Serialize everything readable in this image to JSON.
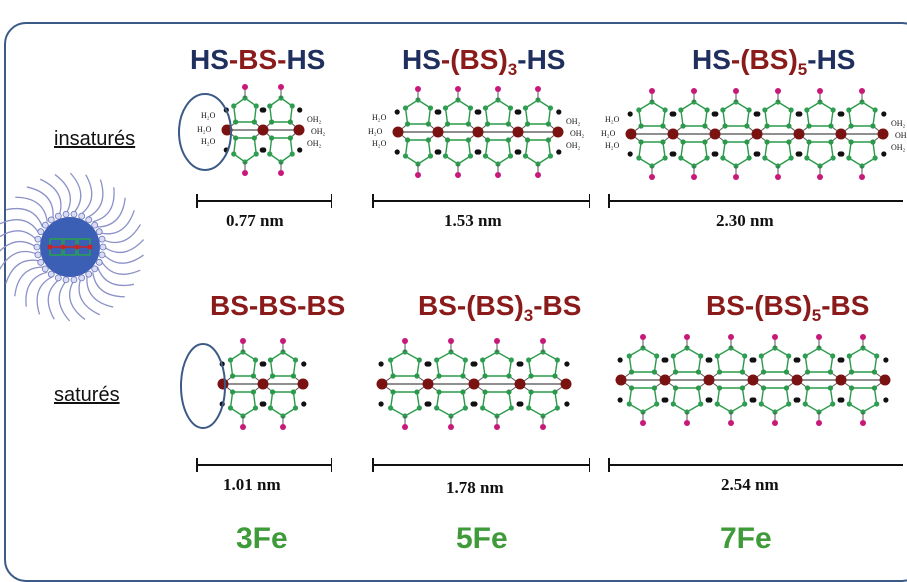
{
  "rows": {
    "top_label": "insaturés",
    "bottom_label": "saturés"
  },
  "top_titles": [
    {
      "parts": [
        {
          "t": "HS",
          "c": "hs"
        },
        {
          "t": "-BS-",
          "c": "bs"
        },
        {
          "t": "HS",
          "c": "hs"
        }
      ]
    },
    {
      "parts": [
        {
          "t": "HS",
          "c": "hs"
        },
        {
          "t": "-(BS)",
          "c": "bs"
        },
        {
          "t": "3",
          "c": "bs",
          "sub": true
        },
        {
          "t": "-HS",
          "c": "hs"
        }
      ]
    },
    {
      "parts": [
        {
          "t": "HS",
          "c": "hs"
        },
        {
          "t": "-(BS)",
          "c": "bs"
        },
        {
          "t": "5",
          "c": "bs",
          "sub": true
        },
        {
          "t": "-HS",
          "c": "hs"
        }
      ]
    }
  ],
  "bottom_titles": [
    {
      "parts": [
        {
          "t": "BS-BS-BS",
          "c": "bs"
        }
      ]
    },
    {
      "parts": [
        {
          "t": "BS-(BS)",
          "c": "bs"
        },
        {
          "t": "3",
          "c": "bs",
          "sub": true
        },
        {
          "t": "-BS",
          "c": "bs"
        }
      ]
    },
    {
      "parts": [
        {
          "t": "BS-(BS)",
          "c": "bs"
        },
        {
          "t": "5",
          "c": "bs",
          "sub": true
        },
        {
          "t": "-BS",
          "c": "bs"
        }
      ]
    }
  ],
  "measurements": {
    "top": [
      "0.77 nm",
      "1.53 nm",
      "2.30 nm"
    ],
    "bottom": [
      "1.01 nm",
      "1.78 nm",
      "2.54 nm"
    ]
  },
  "fe_labels": [
    "3Fe",
    "5Fe",
    "7Fe"
  ],
  "water_labels": {
    "h2o": "H₂O",
    "oh2": "OH₂",
    "oh": "OH"
  },
  "colors": {
    "frame": "#3b5a86",
    "hs_text": "#1f2f5e",
    "bs_text": "#8b1a1a",
    "fe_text": "#3f9a3a",
    "iron_atom": "#7a1212",
    "nitrogen_atom": "#2a9a4a",
    "carbon_atom": "#111111",
    "ring_atom": "#c8187a",
    "micelle": "#3b5fb5"
  }
}
